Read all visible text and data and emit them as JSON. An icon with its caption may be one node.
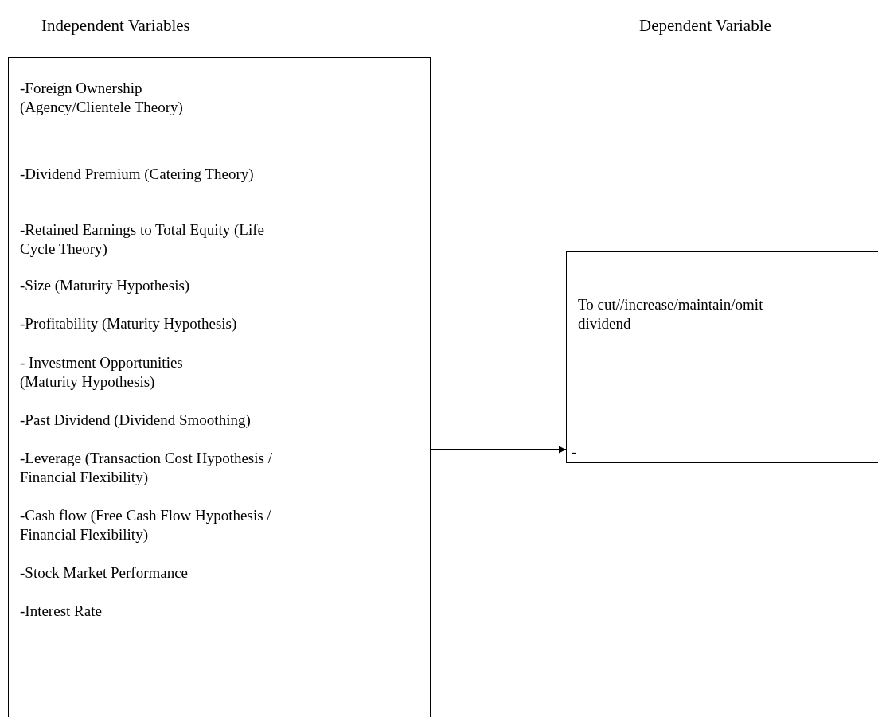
{
  "diagram": {
    "nodes": [
      {
        "text": [
          "-Foreign Ownership (Agency/Clientele Theory)",
          "-Dividend Premium (Catering Theory)",
          "-Retained Earnings to Total Equity (Life Cycle Theory)",
          "-Size (Maturity Hypothesis)",
          "-Profitability (Maturity Hypothesis)",
          "- Investment Opportunities (Maturity Hypothesis)",
          "-Past Dividend (Dividend Smoothing)",
          "-Leverage (Transaction Cost Hypothesis / Financial Flexibility)",
          "-Cash flow (Free Cash Flow Hypothesis / Financial Flexibility)",
          "-Stock Market Performance",
          "-Interest Rate"
        ]
      },
      {
        "text": [
          "To cut//increase/maintain/omit dividend",
          "-"
        ]
      }
    ],
    "edges": [
      {
        "from": 0,
        "to": 1,
        "arrow": "to"
      }
    ],
    "labels": [
      "Independent Variables",
      "Dependent Variable"
    ]
  }
}
